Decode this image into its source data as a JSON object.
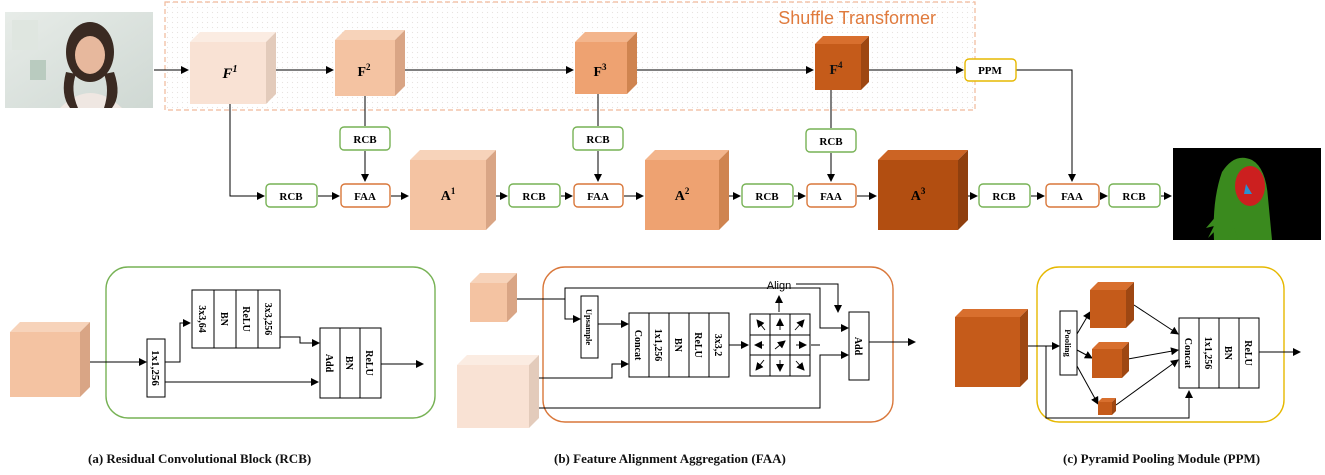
{
  "colors": {
    "green": "#77b255",
    "orange": "#d9773a",
    "yellow": "#e6b800",
    "dashed": "#f1b99a",
    "cube_lightest": "#f8e0d2",
    "cube_light": "#f4c3a2",
    "cube_mid": "#eea271",
    "cube_dark": "#c55b1a",
    "cube_darkest": "#b24e11"
  },
  "top": {
    "backbone_title": "Shuffle Transformer",
    "features": [
      "F",
      "F",
      "F",
      "F"
    ],
    "feature_sup": [
      "1",
      "2",
      "3",
      "4"
    ],
    "aligned": [
      "A",
      "A",
      "A"
    ],
    "aligned_sup": [
      "1",
      "2",
      "3"
    ],
    "ppm_label": "PPM",
    "rcb_label": "RCB",
    "faa_label": "FAA",
    "input_image": "portrait photo",
    "output_image": "segmentation map"
  },
  "rcb_detail": {
    "conv1": "1x1,256",
    "conv2": "3x3,64",
    "bn": "BN",
    "relu": "ReLU",
    "conv3": "3x3,256",
    "add": "Add",
    "bn2": "BN",
    "relu2": "ReLU",
    "caption": "(a) Residual Convolutional Block (RCB)"
  },
  "faa_detail": {
    "upsample": "Upsample",
    "concat": "Concat",
    "conv1": "1x1,256",
    "bn": "BN",
    "relu": "ReLU",
    "conv2": "3x3,2",
    "align": "Align",
    "add": "Add",
    "caption": "(b) Feature Alignment Aggregation (FAA)"
  },
  "ppm_detail": {
    "pooling": "Pooling",
    "concat": "Concat",
    "conv": "1x1,256",
    "bn": "BN",
    "relu": "ReLU",
    "caption": "(c) Pyramid Pooling Module (PPM)"
  }
}
